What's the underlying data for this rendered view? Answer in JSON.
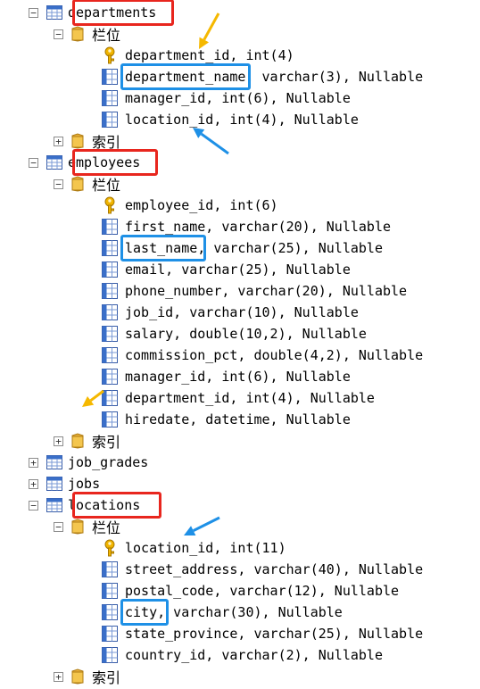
{
  "tables": [
    {
      "name": "departments",
      "expanded": true,
      "folders": [
        {
          "label": "栏位",
          "expanded": true,
          "columns": [
            {
              "text": "department_id, int(4)",
              "key": true
            },
            {
              "text": "department_name, varchar(3), Nullable",
              "key": false
            },
            {
              "text": "manager_id, int(6), Nullable",
              "key": false
            },
            {
              "text": "location_id, int(4), Nullable",
              "key": false
            }
          ]
        },
        {
          "label": "索引",
          "expanded": false
        }
      ]
    },
    {
      "name": "employees",
      "expanded": true,
      "folders": [
        {
          "label": "栏位",
          "expanded": true,
          "columns": [
            {
              "text": "employee_id, int(6)",
              "key": true
            },
            {
              "text": "first_name, varchar(20), Nullable",
              "key": false
            },
            {
              "text": "last_name, varchar(25), Nullable",
              "key": false
            },
            {
              "text": "email, varchar(25), Nullable",
              "key": false
            },
            {
              "text": "phone_number, varchar(20), Nullable",
              "key": false
            },
            {
              "text": "job_id, varchar(10), Nullable",
              "key": false
            },
            {
              "text": "salary, double(10,2), Nullable",
              "key": false
            },
            {
              "text": "commission_pct, double(4,2), Nullable",
              "key": false
            },
            {
              "text": "manager_id, int(6), Nullable",
              "key": false
            },
            {
              "text": "department_id, int(4), Nullable",
              "key": false
            },
            {
              "text": "hiredate, datetime, Nullable",
              "key": false
            }
          ]
        },
        {
          "label": "索引",
          "expanded": false
        }
      ]
    },
    {
      "name": "job_grades",
      "expanded": false
    },
    {
      "name": "jobs",
      "expanded": false
    },
    {
      "name": "locations",
      "expanded": true,
      "folders": [
        {
          "label": "栏位",
          "expanded": true,
          "columns": [
            {
              "text": "location_id, int(11)",
              "key": true
            },
            {
              "text": "street_address, varchar(40), Nullable",
              "key": false
            },
            {
              "text": "postal_code, varchar(12), Nullable",
              "key": false
            },
            {
              "text": "city, varchar(30), Nullable",
              "key": false
            },
            {
              "text": "state_province, varchar(25), Nullable",
              "key": false
            },
            {
              "text": "country_id, varchar(2), Nullable",
              "key": false
            }
          ]
        },
        {
          "label": "索引",
          "expanded": false
        }
      ]
    }
  ],
  "colors": {
    "highlight_table": "#e8261e",
    "highlight_column": "#1e90e6",
    "arrow_orange": "#f5b800",
    "arrow_blue": "#1e90e6"
  },
  "icons": {
    "table": "table-grid-icon",
    "folder": "folder-icon",
    "column": "column-icon",
    "primary_key": "key-icon",
    "expand": "plus-box-icon",
    "collapse": "minus-box-icon"
  }
}
